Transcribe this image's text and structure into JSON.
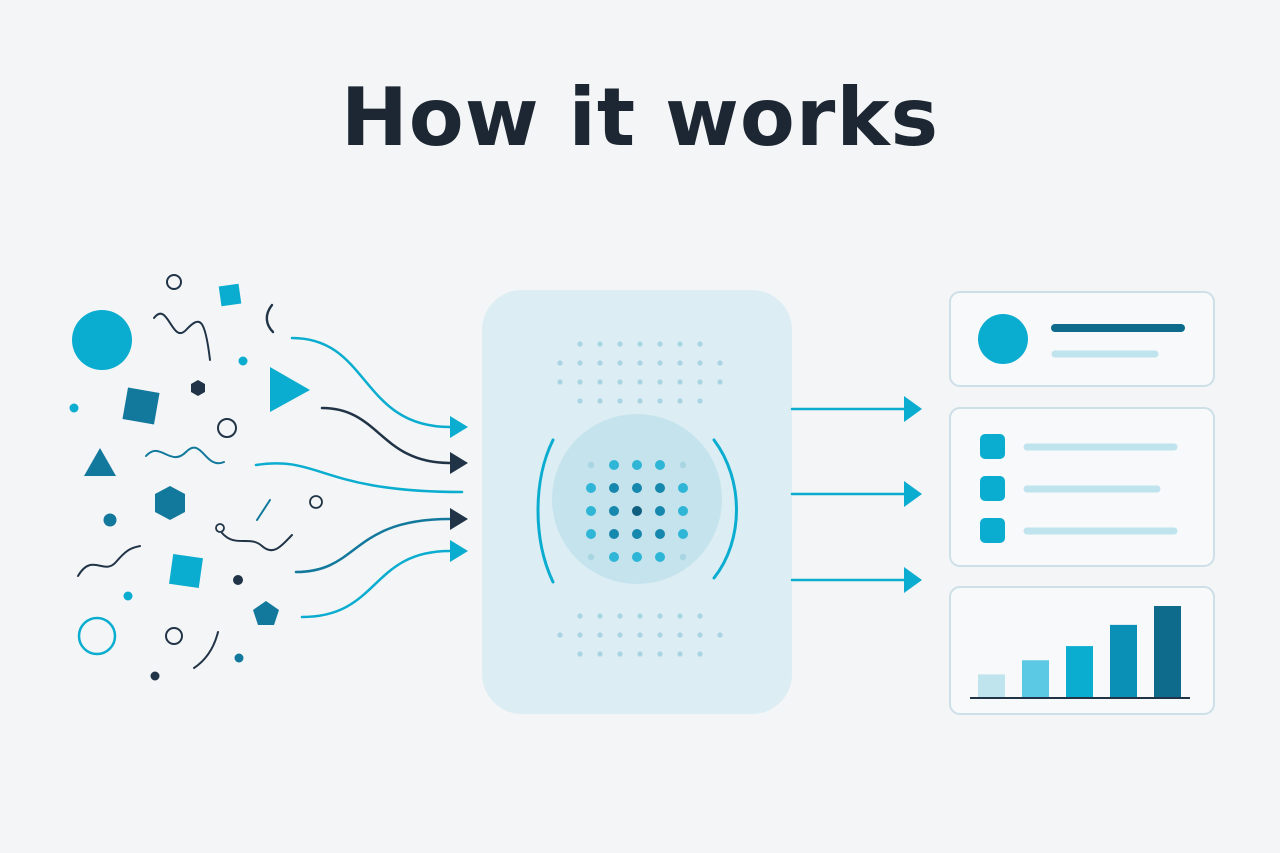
{
  "title": "How it works",
  "colors": {
    "background": "#f4f5f6",
    "title": "#1d2733",
    "cyan": "#0aadd0",
    "blue": "#12799d",
    "navy": "#213447",
    "teal_dark": "#0f6b8c",
    "light_cyan": "#5cc9e4",
    "pale_cyan": "#bfe4ee",
    "processor_fill": "#dcedf4",
    "card_border": "#cddfe7",
    "card_fill": "#f7f9fa"
  },
  "icons": {
    "input": "scattered-shapes-icon",
    "processor": "dot-matrix-core-icon",
    "output_profile": "profile-card-icon",
    "output_list": "checklist-card-icon",
    "output_chart": "bar-chart-card-icon"
  },
  "output_chart": {
    "values": [
      1,
      1.6,
      2.2,
      3.1,
      3.9
    ],
    "colors": [
      "#bfe4ee",
      "#5cc9e4",
      "#0aadd0",
      "#0a8fb6",
      "#0f6b8c"
    ]
  }
}
